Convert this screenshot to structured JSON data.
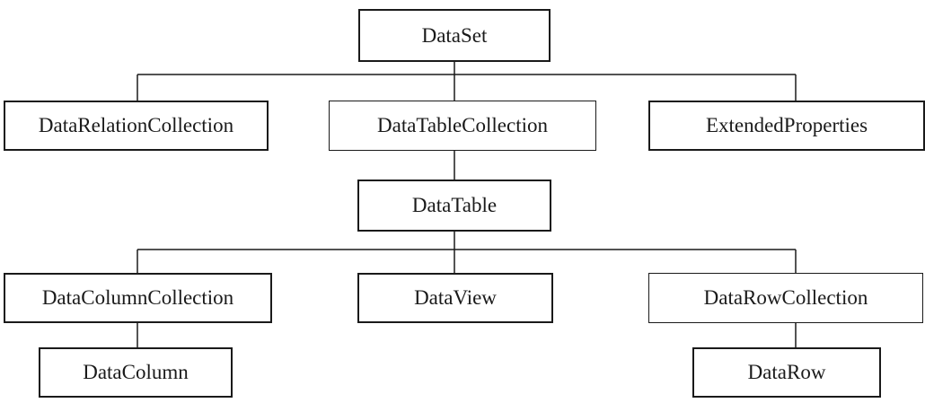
{
  "diagram": {
    "nodes": {
      "dataset": "DataSet",
      "data_relation_collection": "DataRelationCollection",
      "data_table_collection": "DataTableCollection",
      "extended_properties": "ExtendedProperties",
      "data_table": "DataTable",
      "data_column_collection": "DataColumnCollection",
      "data_view": "DataView",
      "data_row_collection": "DataRowCollection",
      "data_column": "DataColumn",
      "data_row": "DataRow"
    },
    "edges": [
      [
        "dataset",
        "data_relation_collection"
      ],
      [
        "dataset",
        "data_table_collection"
      ],
      [
        "dataset",
        "extended_properties"
      ],
      [
        "data_table_collection",
        "data_table"
      ],
      [
        "data_table",
        "data_column_collection"
      ],
      [
        "data_table",
        "data_view"
      ],
      [
        "data_table",
        "data_row_collection"
      ],
      [
        "data_column_collection",
        "data_column"
      ],
      [
        "data_row_collection",
        "data_row"
      ]
    ],
    "colors": {
      "stroke": "#1a1a1a",
      "background": "#ffffff"
    }
  }
}
